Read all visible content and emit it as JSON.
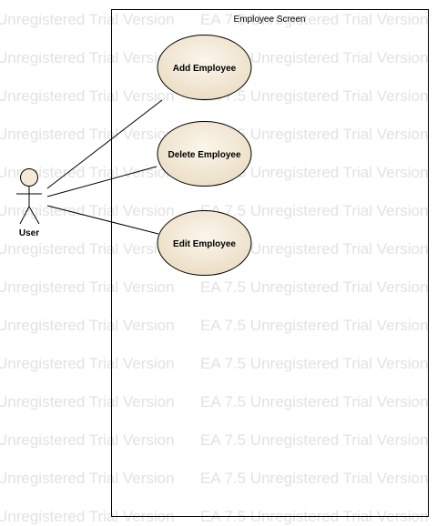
{
  "watermark": {
    "text": "Unregistered Trial Version",
    "version_text": "EA 7.5 Unregistered Trial Version"
  },
  "system": {
    "name": "Employee Screen"
  },
  "actor": {
    "name": "User"
  },
  "use_cases": [
    {
      "label": "Add Employee"
    },
    {
      "label": "Delete Employee"
    },
    {
      "label": "Edit Employee"
    }
  ],
  "colors": {
    "usecase_fill_center": "#fbf6ec",
    "usecase_fill_edge": "#eadcc2",
    "actor_fill": "#f4ead7",
    "line": "#000000"
  }
}
